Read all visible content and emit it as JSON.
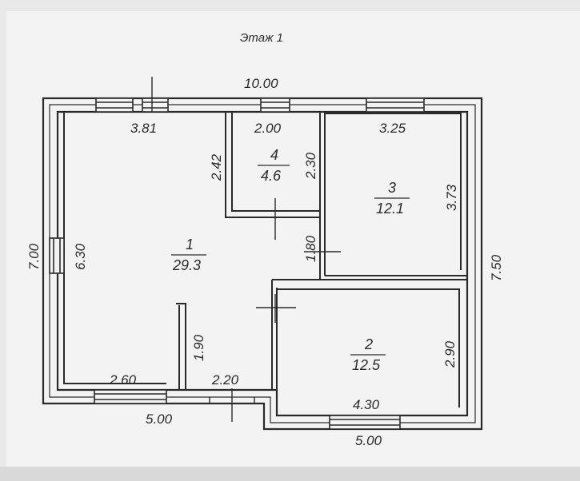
{
  "floor_title": "Этаж 1",
  "dimensions": {
    "overall_top": "10.00",
    "overall_left": "7.00",
    "overall_right": "7.50",
    "bottom_left": "5.00",
    "bottom_right": "5.00",
    "room1_top": "3.81",
    "room1_left": "6.30",
    "room1_bottom": "2.60",
    "partition_height": "1.90",
    "opening_bottom": "2.20",
    "corridor_width": "1.80",
    "room4_top": "2.00",
    "room4_left": "2.42",
    "room4_right": "2.30",
    "room3_top": "3.25",
    "room3_right": "3.73",
    "room2_right": "2.90",
    "room2_bottom": "4.30"
  },
  "rooms": [
    {
      "number": "1",
      "area": "29.3"
    },
    {
      "number": "2",
      "area": "12.5"
    },
    {
      "number": "3",
      "area": "12.1"
    },
    {
      "number": "4",
      "area": "4.6"
    }
  ],
  "colors": {
    "paper": "#f3f3f3",
    "line": "#2a2a2a",
    "shadow": "#d8d8d8"
  }
}
